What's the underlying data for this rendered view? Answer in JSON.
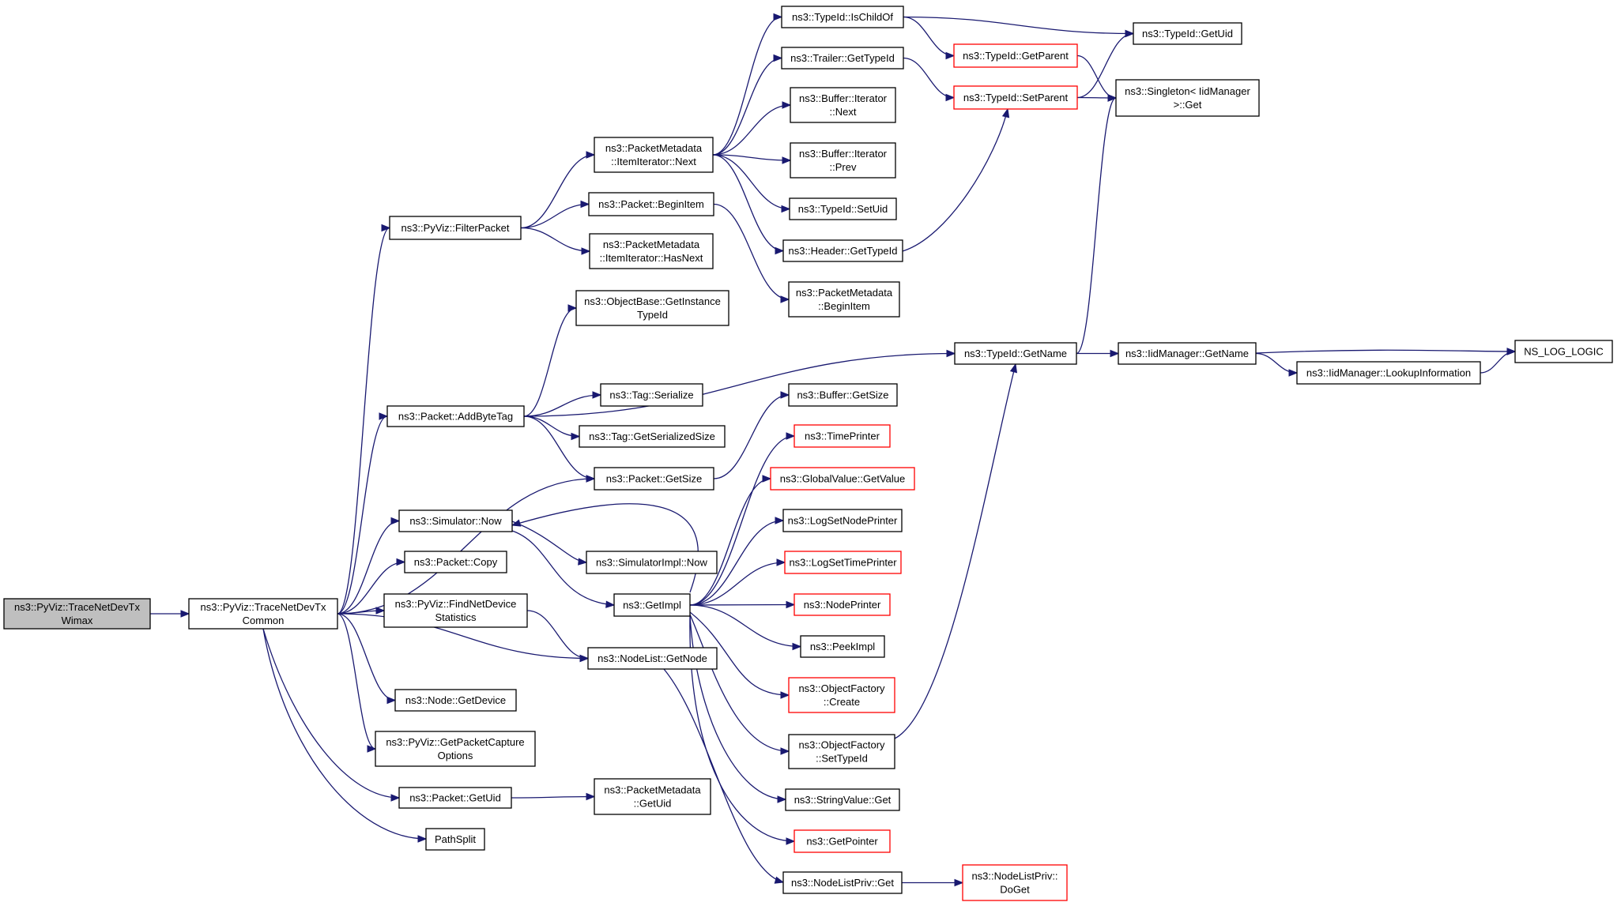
{
  "colors": {
    "edge": "#191970",
    "node_border": "#000000",
    "node_border_truncated": "#ff0000",
    "root_fill": "#bfbfbf",
    "node_fill": "#ffffff"
  },
  "nodes": [
    {
      "id": "root",
      "lines": [
        "ns3::PyViz::TraceNetDevTx",
        "Wimax"
      ],
      "style": "root"
    },
    {
      "id": "tndc",
      "lines": [
        "ns3::PyViz::TraceNetDevTx",
        "Common"
      ],
      "style": "normal"
    },
    {
      "id": "filterpacket",
      "lines": [
        "ns3::PyViz::FilterPacket"
      ],
      "style": "normal"
    },
    {
      "id": "addbytetag",
      "lines": [
        "ns3::Packet::AddByteTag"
      ],
      "style": "normal"
    },
    {
      "id": "simnow",
      "lines": [
        "ns3::Simulator::Now"
      ],
      "style": "normal"
    },
    {
      "id": "packetcopy",
      "lines": [
        "ns3::Packet::Copy"
      ],
      "style": "normal"
    },
    {
      "id": "findnetdev",
      "lines": [
        "ns3::PyViz::FindNetDevice",
        "Statistics"
      ],
      "style": "normal"
    },
    {
      "id": "nodegetdevice",
      "lines": [
        "ns3::Node::GetDevice"
      ],
      "style": "normal"
    },
    {
      "id": "getpktcapture",
      "lines": [
        "ns3::PyViz::GetPacketCapture",
        "Options"
      ],
      "style": "normal"
    },
    {
      "id": "pktgetuid",
      "lines": [
        "ns3::Packet::GetUid"
      ],
      "style": "normal"
    },
    {
      "id": "pathsplit",
      "lines": [
        "PathSplit"
      ],
      "style": "normal"
    },
    {
      "id": "pmiternext",
      "lines": [
        "ns3::PacketMetadata",
        "::ItemIterator::Next"
      ],
      "style": "normal"
    },
    {
      "id": "pktbeginitem",
      "lines": [
        "ns3::Packet::BeginItem"
      ],
      "style": "normal"
    },
    {
      "id": "pmiterhasnext",
      "lines": [
        "ns3::PacketMetadata",
        "::ItemIterator::HasNext"
      ],
      "style": "normal"
    },
    {
      "id": "objbasegetinst",
      "lines": [
        "ns3::ObjectBase::GetInstance",
        "TypeId"
      ],
      "style": "normal"
    },
    {
      "id": "tagserialize",
      "lines": [
        "ns3::Tag::Serialize"
      ],
      "style": "normal"
    },
    {
      "id": "taggetsersize",
      "lines": [
        "ns3::Tag::GetSerializedSize"
      ],
      "style": "normal"
    },
    {
      "id": "pktgetsize",
      "lines": [
        "ns3::Packet::GetSize"
      ],
      "style": "normal"
    },
    {
      "id": "simimplnow",
      "lines": [
        "ns3::SimulatorImpl::Now"
      ],
      "style": "normal"
    },
    {
      "id": "getimpl",
      "lines": [
        "ns3::GetImpl"
      ],
      "style": "normal"
    },
    {
      "id": "nodelistgetnode",
      "lines": [
        "ns3::NodeList::GetNode"
      ],
      "style": "normal"
    },
    {
      "id": "pmgetuid",
      "lines": [
        "ns3::PacketMetadata",
        "::GetUid"
      ],
      "style": "normal"
    },
    {
      "id": "typeidischildof",
      "lines": [
        "ns3::TypeId::IsChildOf"
      ],
      "style": "normal"
    },
    {
      "id": "trailergettypeid",
      "lines": [
        "ns3::Trailer::GetTypeId"
      ],
      "style": "normal"
    },
    {
      "id": "bufiternext",
      "lines": [
        "ns3::Buffer::Iterator",
        "::Next"
      ],
      "style": "normal"
    },
    {
      "id": "bufiterprev",
      "lines": [
        "ns3::Buffer::Iterator",
        "::Prev"
      ],
      "style": "normal"
    },
    {
      "id": "typeidsetuid",
      "lines": [
        "ns3::TypeId::SetUid"
      ],
      "style": "normal"
    },
    {
      "id": "headergettypeid",
      "lines": [
        "ns3::Header::GetTypeId"
      ],
      "style": "normal"
    },
    {
      "id": "pmbeginitem",
      "lines": [
        "ns3::PacketMetadata",
        "::BeginItem"
      ],
      "style": "normal"
    },
    {
      "id": "typeidgetname",
      "lines": [
        "ns3::TypeId::GetName"
      ],
      "style": "normal"
    },
    {
      "id": "bufgetsize",
      "lines": [
        "ns3::Buffer::GetSize"
      ],
      "style": "normal"
    },
    {
      "id": "timeprinter",
      "lines": [
        "ns3::TimePrinter"
      ],
      "style": "truncated"
    },
    {
      "id": "globalvalueget",
      "lines": [
        "ns3::GlobalValue::GetValue"
      ],
      "style": "truncated"
    },
    {
      "id": "logsetnodeprinter",
      "lines": [
        "ns3::LogSetNodePrinter"
      ],
      "style": "normal"
    },
    {
      "id": "logsettimeprinter",
      "lines": [
        "ns3::LogSetTimePrinter"
      ],
      "style": "truncated"
    },
    {
      "id": "nodeprinter",
      "lines": [
        "ns3::NodePrinter"
      ],
      "style": "truncated"
    },
    {
      "id": "peekimpl",
      "lines": [
        "ns3::PeekImpl"
      ],
      "style": "normal"
    },
    {
      "id": "objfactcreate",
      "lines": [
        "ns3::ObjectFactory",
        "::Create"
      ],
      "style": "truncated"
    },
    {
      "id": "objfactsettypeid",
      "lines": [
        "ns3::ObjectFactory",
        "::SetTypeId"
      ],
      "style": "normal"
    },
    {
      "id": "stringvalueget",
      "lines": [
        "ns3::StringValue::Get"
      ],
      "style": "normal"
    },
    {
      "id": "getpointer",
      "lines": [
        "ns3::GetPointer"
      ],
      "style": "truncated"
    },
    {
      "id": "nodelistprivget",
      "lines": [
        "ns3::NodeListPriv::Get"
      ],
      "style": "normal"
    },
    {
      "id": "nodelistprivdoget",
      "lines": [
        "ns3::NodeListPriv::",
        "DoGet"
      ],
      "style": "truncated"
    },
    {
      "id": "typeidgetparent",
      "lines": [
        "ns3::TypeId::GetParent"
      ],
      "style": "truncated"
    },
    {
      "id": "typeidsetparent",
      "lines": [
        "ns3::TypeId::SetParent"
      ],
      "style": "truncated"
    },
    {
      "id": "typeidgetuid",
      "lines": [
        "ns3::TypeId::GetUid"
      ],
      "style": "normal"
    },
    {
      "id": "singletonget",
      "lines": [
        "ns3::Singleton< IidManager",
        ">::Get"
      ],
      "style": "normal"
    },
    {
      "id": "iidmgetname",
      "lines": [
        "ns3::IidManager::GetName"
      ],
      "style": "normal"
    },
    {
      "id": "iidmlookup",
      "lines": [
        "ns3::IidManager::LookupInformation"
      ],
      "style": "normal"
    },
    {
      "id": "nsloglogic",
      "lines": [
        "NS_LOG_LOGIC"
      ],
      "style": "normal"
    }
  ],
  "edges": [
    [
      "root",
      "tndc"
    ],
    [
      "tndc",
      "filterpacket"
    ],
    [
      "tndc",
      "addbytetag"
    ],
    [
      "tndc",
      "pktgetsize"
    ],
    [
      "tndc",
      "simnow"
    ],
    [
      "tndc",
      "packetcopy"
    ],
    [
      "tndc",
      "findnetdev"
    ],
    [
      "tndc",
      "nodelistgetnode"
    ],
    [
      "tndc",
      "nodegetdevice"
    ],
    [
      "tndc",
      "getpktcapture"
    ],
    [
      "tndc",
      "pktgetuid"
    ],
    [
      "tndc",
      "pathsplit"
    ],
    [
      "filterpacket",
      "pmiternext"
    ],
    [
      "filterpacket",
      "pktbeginitem"
    ],
    [
      "filterpacket",
      "pmiterhasnext"
    ],
    [
      "addbytetag",
      "objbasegetinst"
    ],
    [
      "addbytetag",
      "typeidgetname"
    ],
    [
      "addbytetag",
      "tagserialize"
    ],
    [
      "addbytetag",
      "taggetsersize"
    ],
    [
      "addbytetag",
      "pktgetsize"
    ],
    [
      "simnow",
      "simimplnow"
    ],
    [
      "simnow",
      "getimpl"
    ],
    [
      "findnetdev",
      "nodelistgetnode"
    ],
    [
      "pktgetuid",
      "pmgetuid"
    ],
    [
      "pmiternext",
      "typeidischildof"
    ],
    [
      "pmiternext",
      "trailergettypeid"
    ],
    [
      "pmiternext",
      "bufiternext"
    ],
    [
      "pmiternext",
      "bufiterprev"
    ],
    [
      "pmiternext",
      "typeidsetuid"
    ],
    [
      "pmiternext",
      "headergettypeid"
    ],
    [
      "pktbeginitem",
      "pmbeginitem"
    ],
    [
      "pktgetsize",
      "bufgetsize"
    ],
    [
      "getimpl",
      "simnow"
    ],
    [
      "getimpl",
      "timeprinter"
    ],
    [
      "getimpl",
      "globalvalueget"
    ],
    [
      "getimpl",
      "logsetnodeprinter"
    ],
    [
      "getimpl",
      "logsettimeprinter"
    ],
    [
      "getimpl",
      "nodeprinter"
    ],
    [
      "getimpl",
      "peekimpl"
    ],
    [
      "getimpl",
      "objfactcreate"
    ],
    [
      "getimpl",
      "objfactsettypeid"
    ],
    [
      "getimpl",
      "stringvalueget"
    ],
    [
      "getimpl",
      "getpointer"
    ],
    [
      "nodelistgetnode",
      "nodelistprivget"
    ],
    [
      "nodelistprivget",
      "nodelistprivdoget"
    ],
    [
      "objfactsettypeid",
      "typeidgetname"
    ],
    [
      "typeidischildof",
      "typeidgetuid"
    ],
    [
      "typeidischildof",
      "typeidgetparent"
    ],
    [
      "trailergettypeid",
      "typeidsetparent"
    ],
    [
      "headergettypeid",
      "typeidsetparent"
    ],
    [
      "typeidgetparent",
      "singletonget"
    ],
    [
      "typeidsetparent",
      "typeidgetuid"
    ],
    [
      "typeidsetparent",
      "singletonget"
    ],
    [
      "typeidgetname",
      "singletonget"
    ],
    [
      "typeidgetname",
      "iidmgetname"
    ],
    [
      "iidmgetname",
      "iidmlookup"
    ],
    [
      "iidmgetname",
      "nsloglogic"
    ],
    [
      "iidmlookup",
      "nsloglogic"
    ]
  ]
}
